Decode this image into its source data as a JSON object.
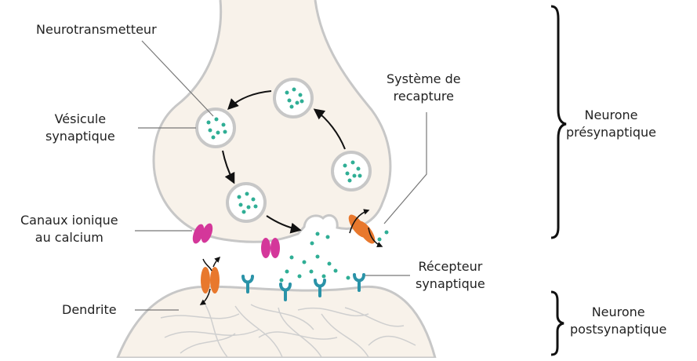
{
  "labels": {
    "neurotransmitter": "Neurotransmetteur",
    "vesicle": [
      "Vésicule",
      "synaptique"
    ],
    "reuptake": [
      "Système de",
      "recapture"
    ],
    "calcium_channels": [
      "Canaux ionique",
      "au calcium"
    ],
    "receptor": [
      "Récepteur",
      "synaptique"
    ],
    "dendrite": "Dendrite",
    "presynaptic": [
      "Neurone",
      "présynaptique"
    ],
    "postsynaptic": [
      "Neurone",
      "postsynaptique"
    ]
  },
  "colors": {
    "cell_fill": "#f8f2ea",
    "cell_stroke": "#c7c7c7",
    "vesicle_fill": "#ffffff",
    "neurotransmitter_dot": "#2fae95",
    "calcium_channel": "#d4379a",
    "reuptake_transporter": "#e8782d",
    "receptor": "#2a93a8",
    "arrow": "#111111",
    "leader_line": "#777777"
  }
}
